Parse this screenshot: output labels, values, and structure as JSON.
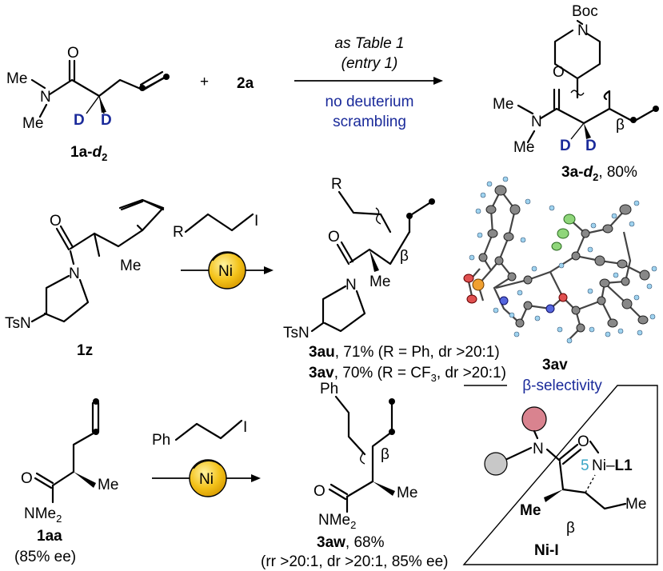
{
  "top": {
    "sm": {
      "me1": "Me",
      "n": "N",
      "me2": "Me",
      "o": "O",
      "d1": "D",
      "d2": "D",
      "label_num": "1a-",
      "label_sub": "d",
      "label_sub2": "2"
    },
    "plus": "+",
    "reagent": "2a",
    "cond1": "as Table 1",
    "cond2": "(entry 1)",
    "note1": "no deuterium",
    "note2": "scrambling",
    "prod": {
      "boc": "Boc",
      "n_pip": "N",
      "o": "O",
      "me1": "Me",
      "n": "N",
      "me2": "Me",
      "beta": "β",
      "d1": "D",
      "d2": "D",
      "label_num": "3a-",
      "label_sub": "d",
      "label_sub2": "2",
      "label_yield": ", 80%"
    }
  },
  "mid": {
    "sm": {
      "o": "O",
      "n": "N",
      "me": "Me",
      "tsn": "TsN",
      "label": "1z"
    },
    "reagent_r": "R",
    "reagent_i": "I",
    "cat": "Ni",
    "prod": {
      "r": "R",
      "o": "O",
      "n": "N",
      "beta": "β",
      "me": "Me",
      "tsn": "TsN"
    },
    "line1_num": "3au",
    "line1_rest": ", 71% (R = Ph, dr >20:1)",
    "line2_num": "3av",
    "line2_rest_a": ", 70% (R = CF",
    "line2_sub": "3",
    "line2_rest_b": ", dr >20:1)",
    "xray_label": "3av"
  },
  "bot": {
    "sm": {
      "o": "O",
      "me": "Me",
      "nme": "NMe",
      "nme_sub": "2",
      "label": "1aa",
      "ee": "(85% ee)"
    },
    "reagent_ph": "Ph",
    "reagent_i": "I",
    "cat": "Ni",
    "prod": {
      "ph": "Ph",
      "beta": "β",
      "o": "O",
      "me": "Me",
      "nme": "NMe",
      "nme_sub": "2"
    },
    "label_num": "3aw",
    "label_rest": ", 68%",
    "cond": "(rr >20:1, dr >20:1, 85% ee)"
  },
  "box": {
    "title": "β-selectivity",
    "n": "N",
    "o": "O",
    "ni": "Ni–",
    "l1": "L1",
    "ring": "5",
    "me": "Me",
    "beta": "β",
    "et": "Me",
    "label": "Ni-I"
  },
  "colors": {
    "blue": "#1a2a9a",
    "cyan": "#3aa6c6",
    "ni_ball": "#f3c21a",
    "red_ball": "#d9838f",
    "grey_ball": "#c8c8c8"
  }
}
